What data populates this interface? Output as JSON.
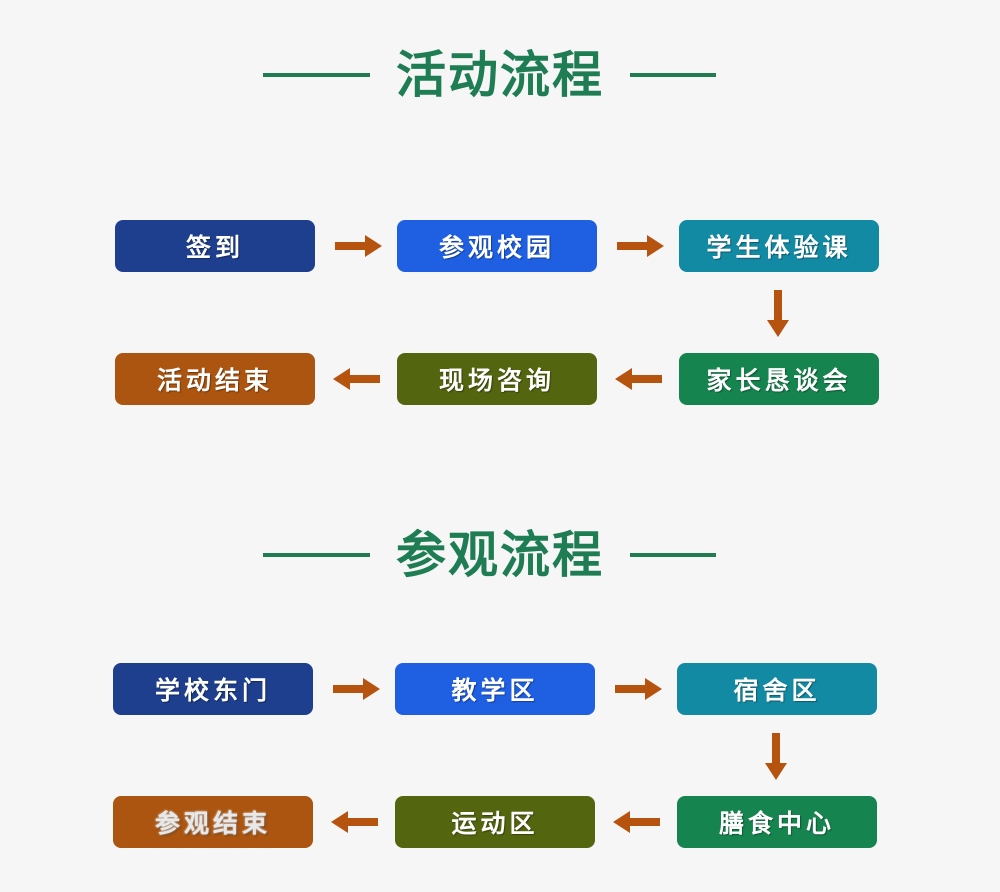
{
  "colors": {
    "title": "#1f7d53",
    "arrow": "#b5530f",
    "navy": "#1e3f8e",
    "blue": "#1f5fe2",
    "teal": "#138aa3",
    "green": "#16844e",
    "olive": "#53650f",
    "brown": "#ab5510",
    "background": "#f7f6f7"
  },
  "activity_flow": {
    "title": "活动流程",
    "steps": {
      "checkin": "签到",
      "campus_tour": "参观校园",
      "trial_class": "学生体验课",
      "parent_meeting": "家长恳谈会",
      "consultation": "现场咨询",
      "end": "活动结束"
    }
  },
  "tour_flow": {
    "title": "参观流程",
    "steps": {
      "east_gate": "学校东门",
      "teaching_area": "教学区",
      "dormitory_area": "宿舍区",
      "dining_center": "膳食中心",
      "sports_area": "运动区",
      "end": "参观结束"
    }
  }
}
